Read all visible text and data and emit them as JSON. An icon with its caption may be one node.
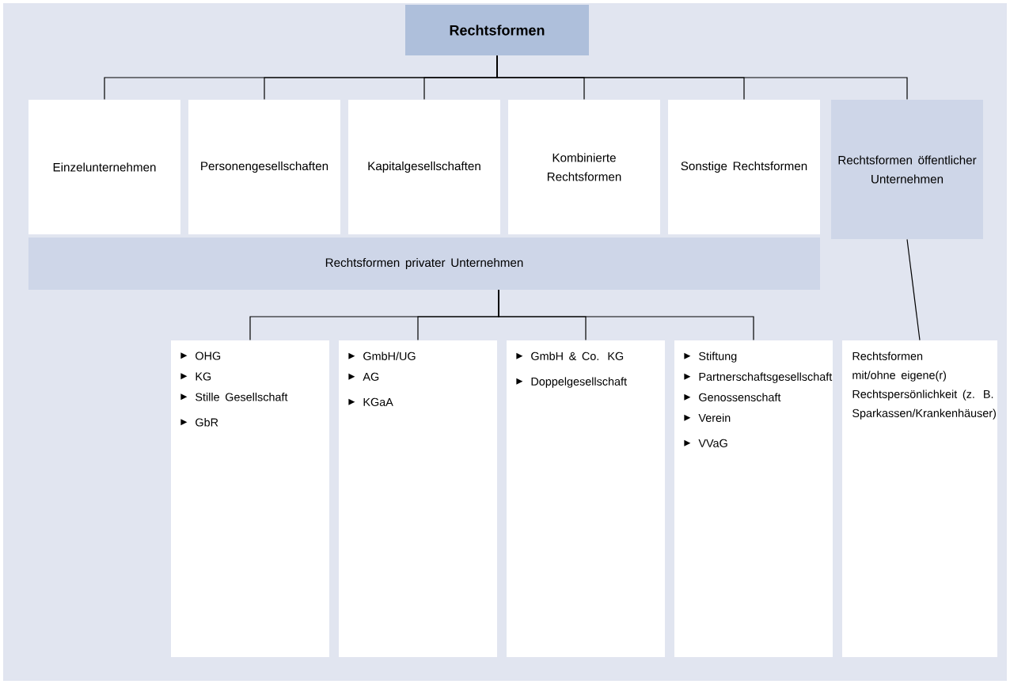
{
  "diagram": {
    "nodes": [
      {
        "text": [
          "Rechtsformen"
        ]
      },
      {
        "text": [
          "Einzelunternehmen"
        ]
      },
      {
        "text": [
          "Personengesellschaften"
        ]
      },
      {
        "text": [
          "Kapitalgesellschaften"
        ]
      },
      {
        "text": [
          "Kombinierte Rechtsformen"
        ]
      },
      {
        "text": [
          "Sonstige Rechtsformen"
        ]
      },
      {
        "text": [
          "Rechtsformen öffentlicher Unternehmen"
        ]
      },
      {
        "text": [
          "Rechtsformen privater Unternehmen"
        ]
      },
      {
        "text": [
          "OHG",
          "KG",
          "Stille Gesellschaft",
          "GbR"
        ]
      },
      {
        "text": [
          "GmbH/UG",
          "AG",
          "KGaA"
        ]
      },
      {
        "text": [
          "GmbH & Co. KG",
          "Doppelgesellschaft"
        ]
      },
      {
        "text": [
          "Stiftung",
          "Partnerschaftsgesellschaft",
          "Genossenschaft",
          "Verein",
          "VVaG"
        ]
      },
      {
        "text": [
          "Rechtsformen mit/ohne eigene(r) Rechtspersönlichkeit (z. B. Sparkassen/Krankenhäuser)"
        ]
      }
    ],
    "edges": [
      {
        "from": 0,
        "to": 1,
        "arrow": "none"
      },
      {
        "from": 0,
        "to": 2,
        "arrow": "none"
      },
      {
        "from": 0,
        "to": 3,
        "arrow": "none"
      },
      {
        "from": 0,
        "to": 4,
        "arrow": "none"
      },
      {
        "from": 0,
        "to": 5,
        "arrow": "none"
      },
      {
        "from": 0,
        "to": 6,
        "arrow": "none"
      },
      {
        "from": 7,
        "to": 8,
        "arrow": "none"
      },
      {
        "from": 7,
        "to": 9,
        "arrow": "none"
      },
      {
        "from": 7,
        "to": 10,
        "arrow": "none"
      },
      {
        "from": 7,
        "to": 11,
        "arrow": "none"
      },
      {
        "from": 6,
        "to": 12,
        "arrow": "none"
      }
    ]
  }
}
